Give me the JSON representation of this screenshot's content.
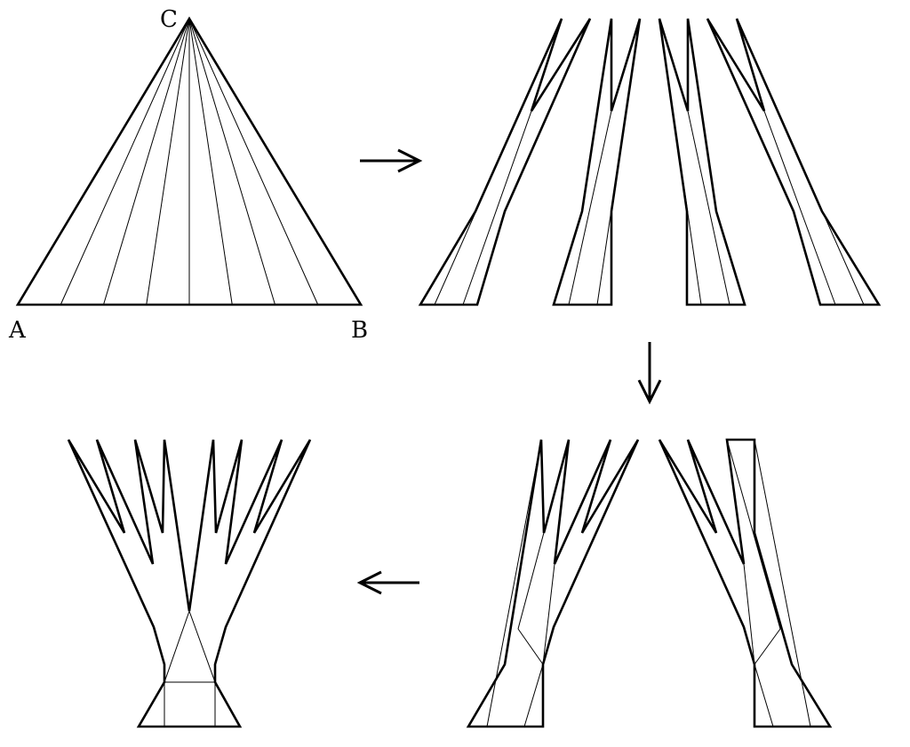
{
  "labels": {
    "a": "A",
    "b": "B",
    "c": "C"
  },
  "colors": {
    "stroke": "#000000",
    "background": "#ffffff"
  },
  "steps": [
    {
      "name": "triangle",
      "pieces": 1
    },
    {
      "name": "eight-strips",
      "pieces": 4
    },
    {
      "name": "two-halves",
      "pieces": 2
    },
    {
      "name": "reassembled",
      "pieces": 1
    }
  ],
  "arrows": [
    "right",
    "down",
    "left"
  ]
}
